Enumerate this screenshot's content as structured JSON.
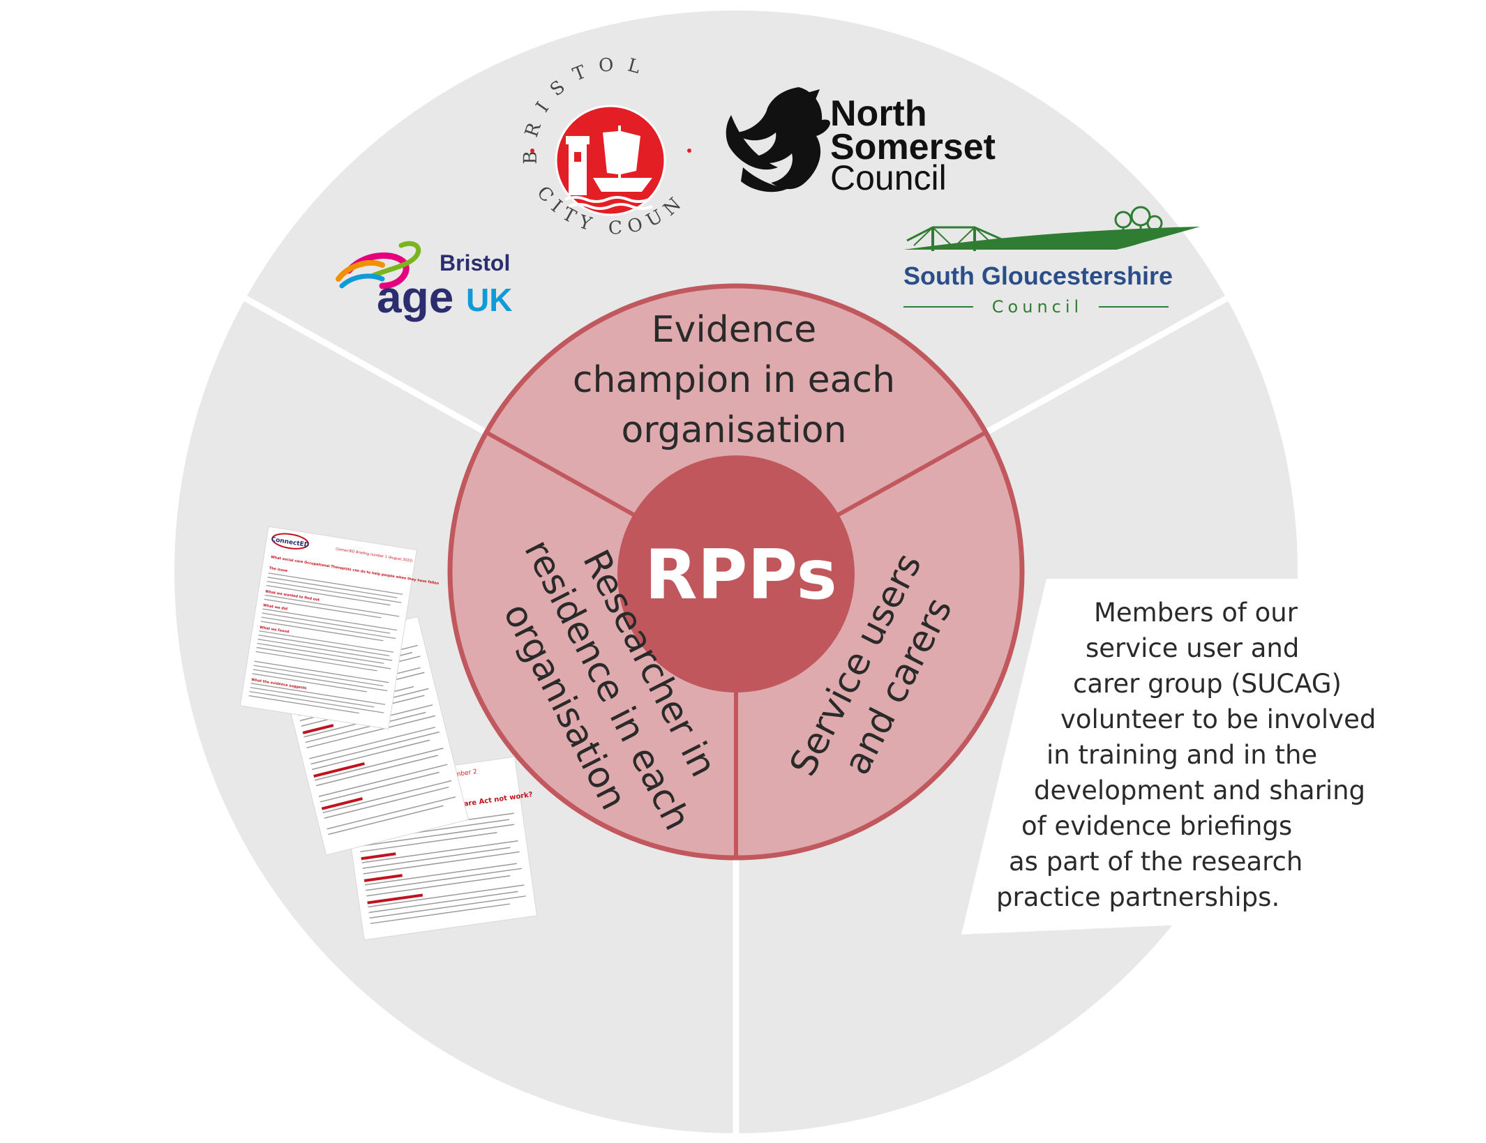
{
  "diagram": {
    "center_label": "RPPs",
    "segments": {
      "top": [
        "Evidence",
        "champion in each",
        "organisation"
      ],
      "left": [
        "Researcher in",
        "residence in each",
        "organisation"
      ],
      "right": [
        "Service users",
        "and carers"
      ]
    }
  },
  "logos": {
    "bristol_city_council": {
      "top": "BRISTOL",
      "bottom": "CITY COUNCIL"
    },
    "north_somerset": [
      "North",
      "Somerset",
      "Council"
    ],
    "south_glos": {
      "name": "South Gloucestershire",
      "sub": "Council"
    },
    "age_uk": {
      "prefix": "Bristol",
      "word1": "age",
      "word2": "UK"
    }
  },
  "briefing": {
    "brand": "ConnectED",
    "header": "ConnectED Briefing number 1 (August 2022)",
    "title": "What social care Occupational Therapists can do to help people when they have fallen",
    "headings": [
      "The issue",
      "What we wanted to find out",
      "What we did",
      "What we found",
      "What the evidence suggests"
    ],
    "back_title": "ing Care Act not work?",
    "back_header": "number 2"
  },
  "callout": [
    "Members of our",
    "service user and",
    "carer group (SUCAG)",
    "volunteer to be involved",
    "in training and in the",
    "development and sharing",
    "of evidence briefings",
    "as part of the research",
    "practice partnerships."
  ],
  "colors": {
    "outer_ring": "#e8e8e8",
    "inner_ring": "#dfaaad",
    "inner_border": "#c0585d",
    "center": "#c0575c",
    "council_red": "#e31e24",
    "north_somerset_black": "#111111",
    "south_glos_blue": "#2b4e8a",
    "south_glos_green": "#2f7d32",
    "age_uk_navy": "#2b2d6e",
    "age_uk_blue": "#0f9ad8"
  },
  "icons": [
    "bristol-crest-icon",
    "dragon-icon",
    "bridge-trees-icon",
    "age-uk-swirl-icon"
  ]
}
